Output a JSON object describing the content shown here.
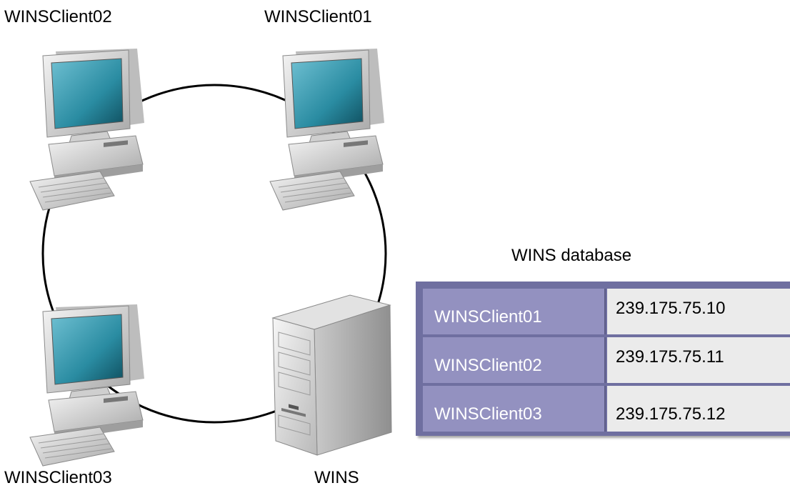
{
  "labels": {
    "client02": "WINSClient02",
    "client01": "WINSClient01",
    "client03": "WINSClient03",
    "wins": "WINS",
    "database_title": "WINS database"
  },
  "database": {
    "rows": [
      {
        "name": "WINSClient01",
        "ip": "239.175.75.10"
      },
      {
        "name": "WINSClient02",
        "ip": "239.175.75.11"
      },
      {
        "name": "WINSClient03",
        "ip": "239.175.75.12"
      }
    ]
  },
  "icons": {
    "client": "desktop-computer-icon",
    "server": "tower-server-icon"
  },
  "colors": {
    "table_border": "#6f6fa0",
    "name_cell": "#9391c0",
    "ip_cell": "#ebebeb",
    "ring": "#000000",
    "screen": "#2a8ca2"
  }
}
